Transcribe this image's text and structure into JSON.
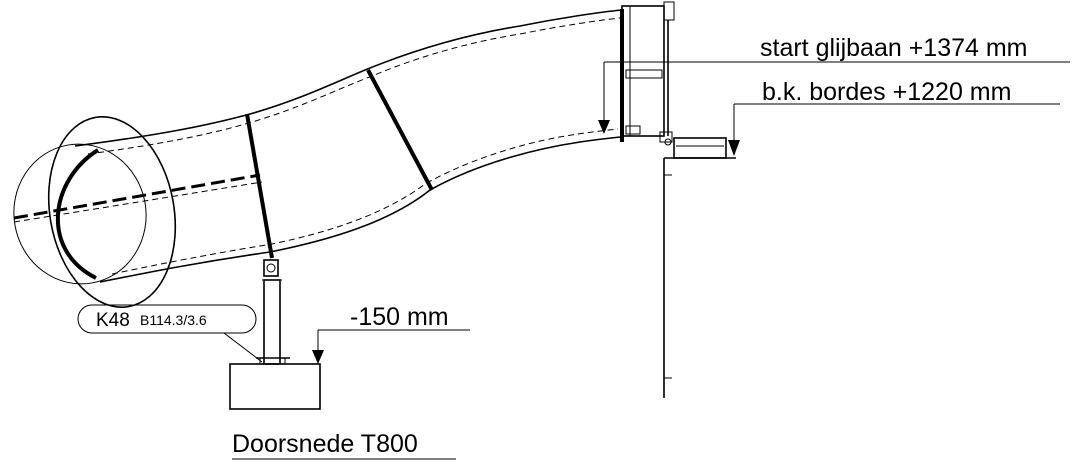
{
  "labels": {
    "start_slide": "start glijbaan +1374 mm",
    "platform_top": "b.k. bordes +1220 mm",
    "foundation_depth": "-150 mm",
    "part_code": "K48",
    "part_ref": "B114.3/3.6",
    "section_title": "Doorsnede T800"
  }
}
